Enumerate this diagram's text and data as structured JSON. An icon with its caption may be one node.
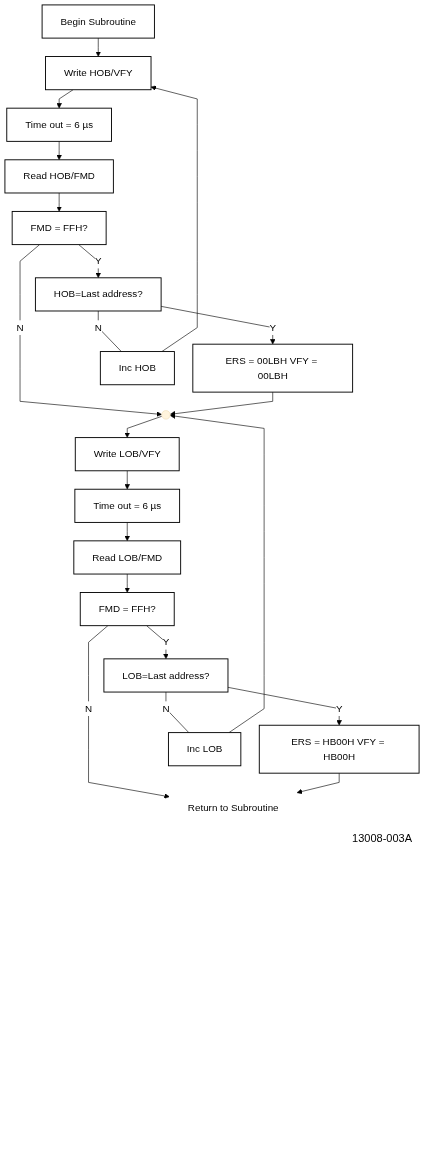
{
  "diagram": {
    "nodes": [
      {
        "text": [
          "Begin Subroutine"
        ]
      },
      {
        "text": [
          "Write HOB/VFY"
        ]
      },
      {
        "text": [
          "Time out = 6 µs"
        ]
      },
      {
        "text": [
          "Read HOB/FMD"
        ]
      },
      {
        "text": [
          "FMD = FFH?"
        ]
      },
      {
        "text": [
          "HOB=Last address?"
        ]
      },
      {
        "text": [
          "ERS = 00LBH VFY = 00LBH"
        ]
      },
      {
        "text": [
          "Inc HOB"
        ]
      },
      {
        "text": [],
        "shape": "circle"
      },
      {
        "text": [
          "Write LOB/VFY"
        ]
      },
      {
        "text": [
          "Time out = 6 µs"
        ]
      },
      {
        "text": [
          "Read LOB/FMD"
        ]
      },
      {
        "text": [
          "FMD = FFH?"
        ]
      },
      {
        "text": [
          "LOB=Last address?"
        ]
      },
      {
        "text": [
          "ERS = HB00H VFY = HB00H"
        ]
      },
      {
        "text": [
          "Inc LOB"
        ]
      },
      {
        "text": [
          "Return to Subroutine"
        ]
      }
    ],
    "edges": [
      {
        "from": 0,
        "to": 1,
        "arrow": "to"
      },
      {
        "from": 1,
        "to": 2,
        "arrow": "to"
      },
      {
        "from": 2,
        "to": 3,
        "arrow": "to"
      },
      {
        "from": 3,
        "to": 4,
        "arrow": "to"
      },
      {
        "from": 4,
        "to": 5,
        "arrow": "to",
        "label": "Y"
      },
      {
        "from": 4,
        "to": 8,
        "arrow": "to",
        "label": "N"
      },
      {
        "from": 5,
        "to": 6,
        "arrow": "to",
        "label": "Y"
      },
      {
        "from": 5,
        "to": 7,
        "arrow": "none",
        "label": "N"
      },
      {
        "from": 7,
        "to": 1,
        "arrow": "to"
      },
      {
        "from": 6,
        "to": 8,
        "arrow": "to"
      },
      {
        "from": 8,
        "to": 9,
        "arrow": "to"
      },
      {
        "from": 9,
        "to": 10,
        "arrow": "to"
      },
      {
        "from": 10,
        "to": 11,
        "arrow": "to"
      },
      {
        "from": 11,
        "to": 12,
        "arrow": "to"
      },
      {
        "from": 12,
        "to": 13,
        "arrow": "to",
        "label": "Y"
      },
      {
        "from": 12,
        "to": 16,
        "arrow": "to",
        "label": "N"
      },
      {
        "from": 13,
        "to": 14,
        "arrow": "to",
        "label": "Y"
      },
      {
        "from": 13,
        "to": 15,
        "arrow": "none",
        "label": "N"
      },
      {
        "from": 15,
        "to": 8,
        "arrow": "to"
      },
      {
        "from": 14,
        "to": 16,
        "arrow": "to"
      }
    ],
    "labels": [
      "13008-003A"
    ]
  }
}
